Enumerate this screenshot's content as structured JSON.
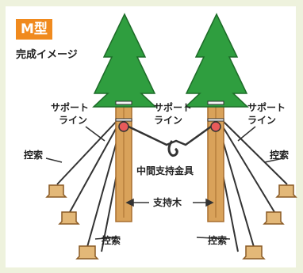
{
  "header": {
    "badge": "M型",
    "subtitle": "完成イメージ"
  },
  "labels": {
    "support_line_left": [
      "サポート",
      "ライン"
    ],
    "support_line_center": [
      "サポート",
      "ライン"
    ],
    "support_line_right": [
      "サポート",
      "ライン"
    ],
    "guy_left_upper": "控索",
    "guy_right_upper": "控索",
    "guy_left_lower": "控索",
    "guy_right_lower": "控索",
    "middle_fitting": "中間支持金具",
    "support_wood": "支持木"
  },
  "colors": {
    "tree_green": "#2f9e3f",
    "trunk": "#d9a25a",
    "trunk_dark": "#a86e2f",
    "stump": "#e3b878",
    "badge": "#f08a1e",
    "collar": "#e85a5a"
  }
}
